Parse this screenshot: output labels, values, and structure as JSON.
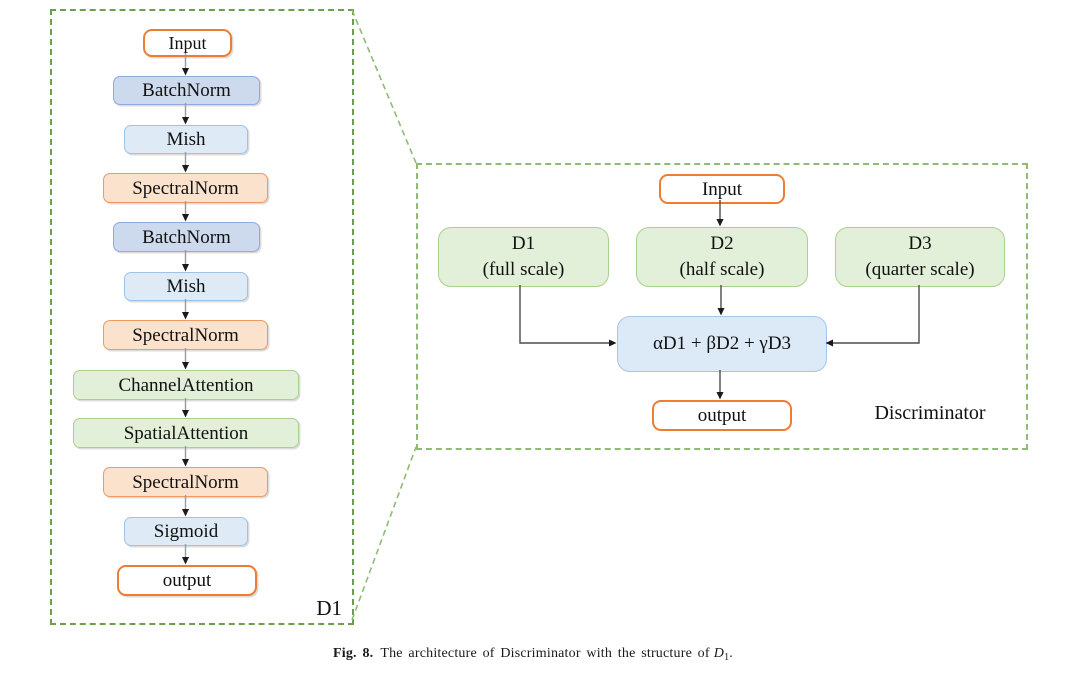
{
  "colors": {
    "panel_dash_left": "#69A14A",
    "panel_dash_right": "#8FBC74",
    "io_border_orange": "#ED7D31",
    "batchnorm_fill": "#CDD9EC",
    "batchnorm_border": "#8FAADC",
    "activation_fill": "#DEEBF7",
    "activation_border": "#9DC3E6",
    "spectralnorm_fill": "#FBE2CD",
    "spectralnorm_border": "#ED9B60",
    "attention_fill": "#E2F0D9",
    "attention_border": "#A9D18E",
    "combine_fill": "#DCE9F6",
    "combine_border": "#A8C6E4"
  },
  "d1_panel": {
    "label": "D1",
    "nodes": [
      {
        "text": "Input"
      },
      {
        "text": "BatchNorm"
      },
      {
        "text": "Mish"
      },
      {
        "text": "SpectralNorm"
      },
      {
        "text": "BatchNorm"
      },
      {
        "text": "Mish"
      },
      {
        "text": "SpectralNorm"
      },
      {
        "text": "ChannelAttention"
      },
      {
        "text": "SpatialAttention"
      },
      {
        "text": "SpectralNorm"
      },
      {
        "text": "Sigmoid"
      },
      {
        "text": "output"
      }
    ]
  },
  "discriminator_panel": {
    "label": "Discriminator",
    "input": "Input",
    "branches": [
      {
        "name": "D1",
        "scale": "(full scale)"
      },
      {
        "name": "D2",
        "scale": "(half scale)"
      },
      {
        "name": "D3",
        "scale": "(quarter scale)"
      }
    ],
    "combine": "αD1 + βD2 + γD3",
    "output": "output"
  },
  "caption": {
    "label": "Fig. 8.",
    "text": "The architecture of Discriminator with the structure of",
    "math_var": "D",
    "math_sub": "1",
    "suffix": "."
  }
}
